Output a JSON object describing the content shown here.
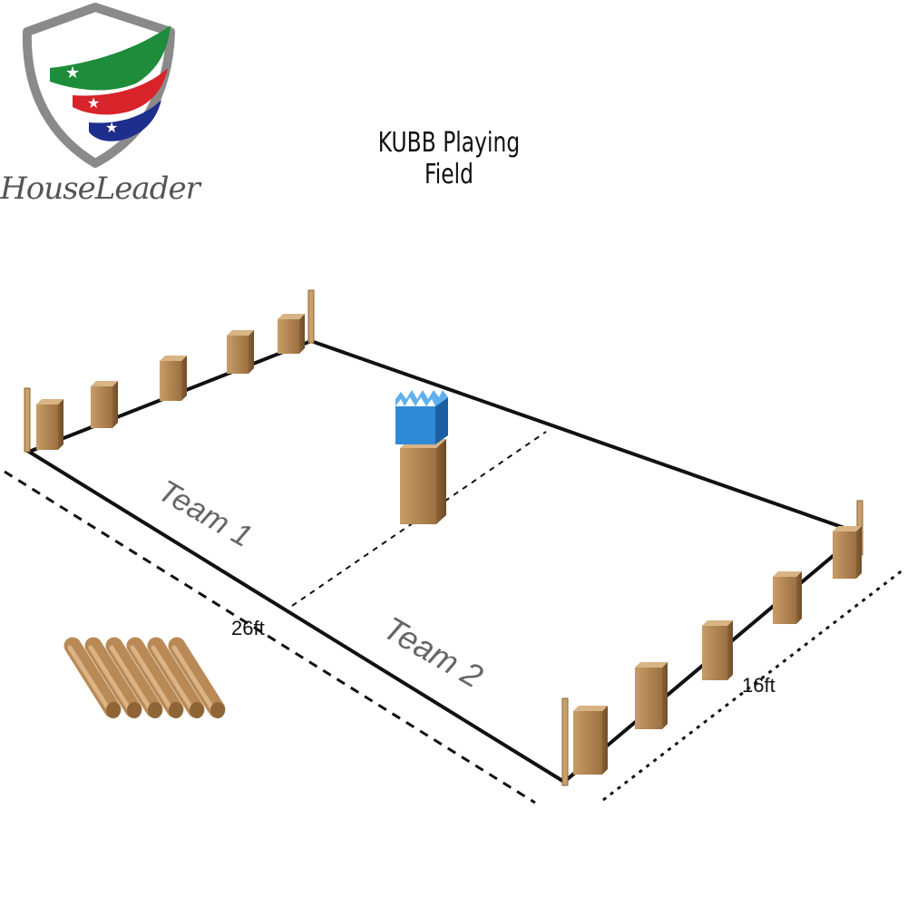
{
  "logo": {
    "brand_name": "HouseLeader",
    "colors": {
      "green": "#1e8c3a",
      "red": "#d8232a",
      "blue": "#1e2e8c",
      "silver": "#8a8a8a"
    }
  },
  "title": "KUBB Playing Field",
  "labels": {
    "team1": "Team 1",
    "team2": "Team 2",
    "length": "26ft",
    "width": "16ft"
  },
  "colors": {
    "wood": "#b98f5c",
    "wood_dark": "#8a6236",
    "wood_top": "#d8b485",
    "king": "#2f8ad6",
    "king_dark": "#1b5fa3",
    "line": "#111111"
  },
  "kubb_count_per_team": 5,
  "baton_count": 6
}
